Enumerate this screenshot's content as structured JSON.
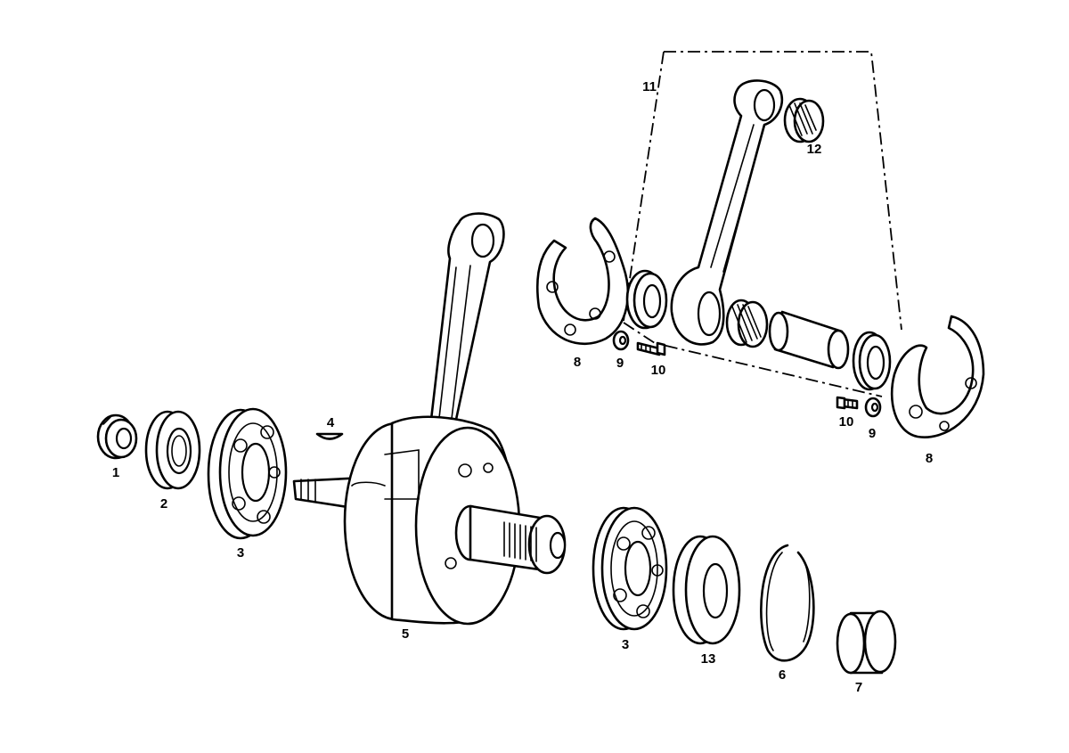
{
  "diagram": {
    "labels": {
      "p1": "1",
      "p2": "2",
      "p3_left": "3",
      "p3_right": "3",
      "p4": "4",
      "p5": "5",
      "p6": "6",
      "p7": "7",
      "p8_left": "8",
      "p8_right": "8",
      "p9_left": "9",
      "p9_right": "9",
      "p10_left": "10",
      "p10_right": "10",
      "p11": "11",
      "p12": "12",
      "p13": "13"
    },
    "colors": {
      "line": "#000000",
      "background": "#ffffff"
    }
  }
}
